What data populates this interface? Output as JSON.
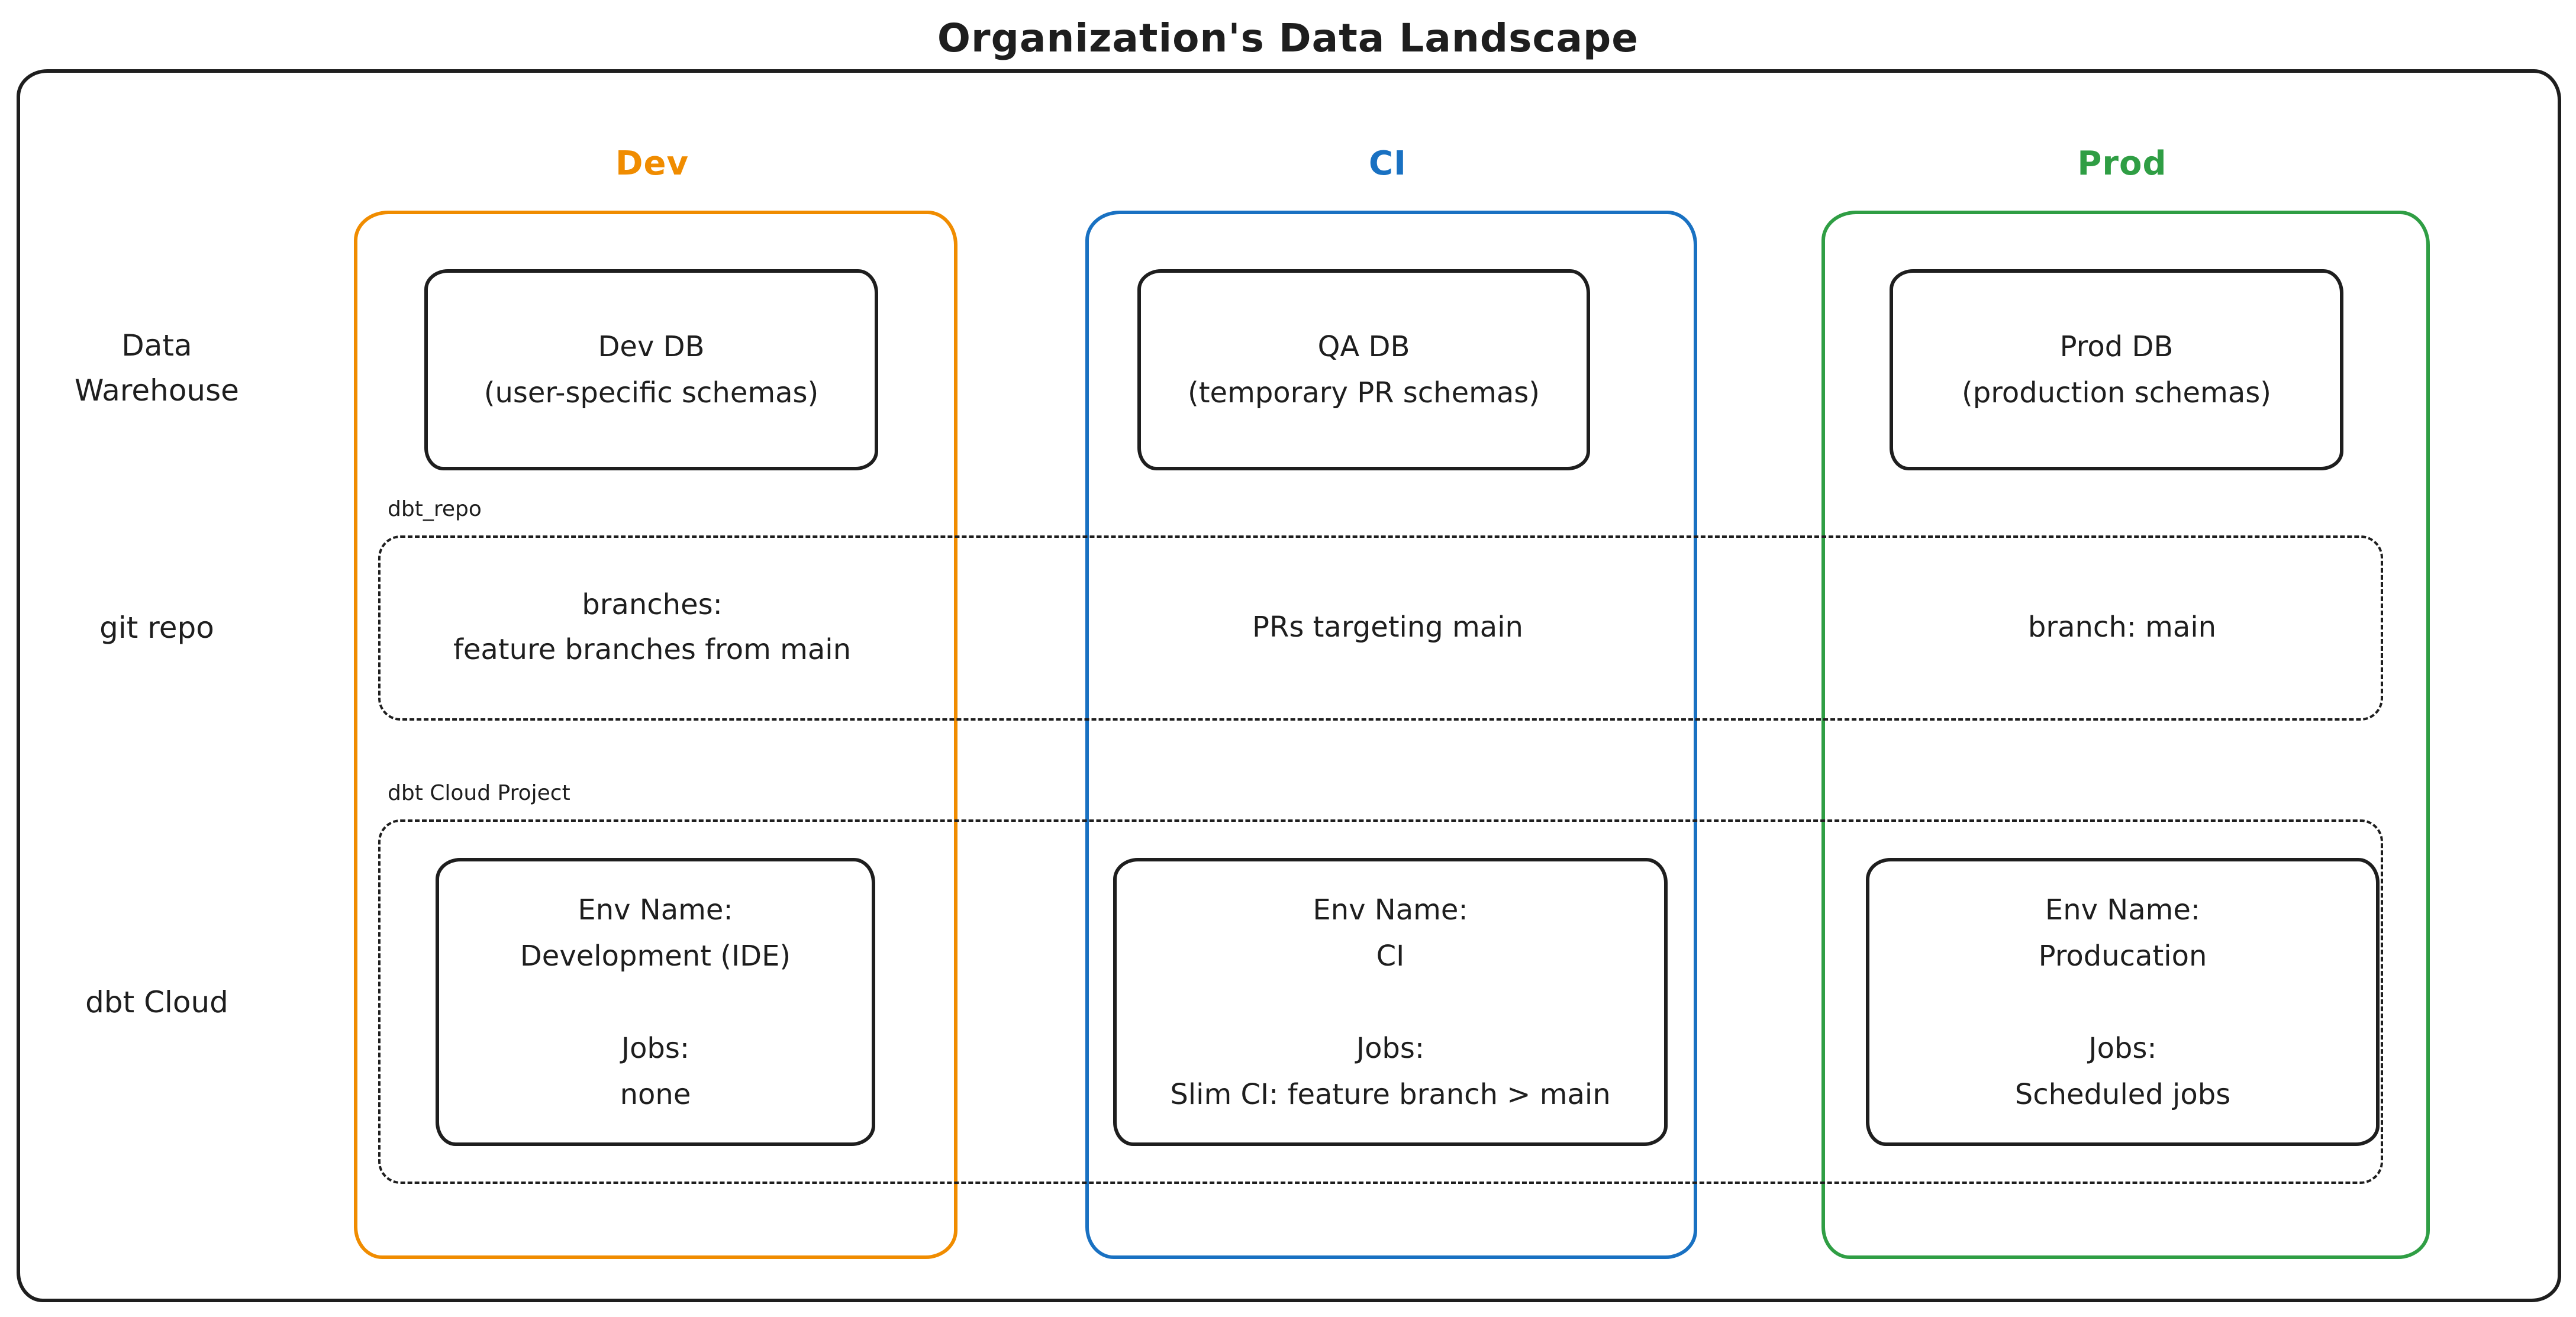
{
  "title": "Organization's Data Landscape",
  "colors": {
    "dev": "#f08c00",
    "ci": "#1971c2",
    "prod": "#2f9e44",
    "ink": "#1e1e1e"
  },
  "rows": {
    "warehouse1": "Data",
    "warehouse2": "Warehouse",
    "git": "git repo",
    "dbt": "dbt Cloud"
  },
  "groups": {
    "repo": "dbt_repo",
    "cloud": "dbt Cloud Project"
  },
  "labels": {
    "env_name": "Env Name:",
    "jobs": "Jobs:"
  },
  "dev": {
    "header": "Dev",
    "db1": "Dev DB",
    "db2": "(user-specific schemas)",
    "repo1": "branches:",
    "repo2": "feature branches from main",
    "env": "Development (IDE)",
    "jobs": "none"
  },
  "ci": {
    "header": "CI",
    "db1": "QA DB",
    "db2": "(temporary PR schemas)",
    "repo1": "PRs targeting main",
    "env": "CI",
    "jobs": "Slim CI: feature branch > main"
  },
  "prod": {
    "header": "Prod",
    "db1": "Prod DB",
    "db2": "(production schemas)",
    "repo1": "branch: main",
    "env": "Producation",
    "jobs": "Scheduled jobs"
  }
}
